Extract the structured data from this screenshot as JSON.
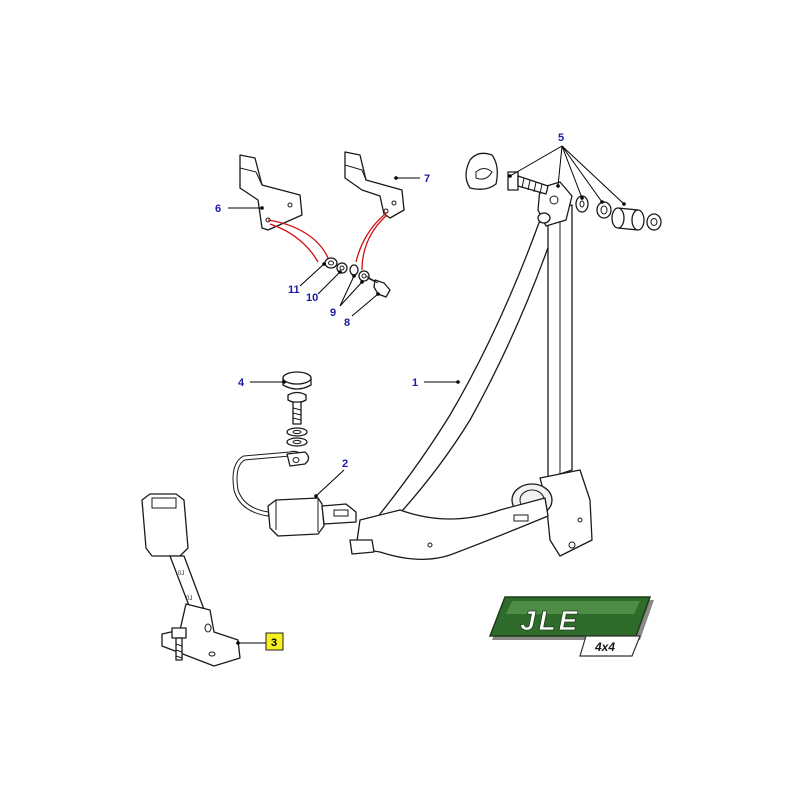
{
  "diagram": {
    "callouts": {
      "c1": "1",
      "c2": "2",
      "c3": "3",
      "c4": "4",
      "c5": "5",
      "c6": "6",
      "c7": "7",
      "c8": "8",
      "c9": "9",
      "c10": "10",
      "c11": "11"
    },
    "highlighted_callout": "3",
    "colors": {
      "callout_text": "#1a1aa6",
      "highlight": "#f7ee24",
      "leader_red": "#d01010",
      "badge_green": "#2f6b2a"
    }
  },
  "badge": {
    "logo": "JLE",
    "sub": "4x4"
  }
}
